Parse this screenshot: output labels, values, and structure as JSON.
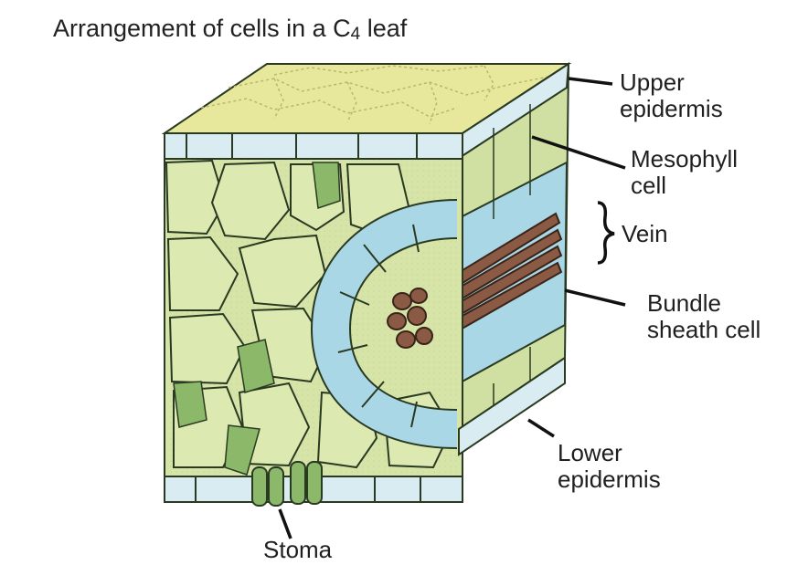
{
  "title": {
    "text": "Arrangement of cells in a C",
    "subscript": "4",
    "suffix": " leaf"
  },
  "labels": {
    "upper_epidermis": [
      "Upper",
      "epidermis"
    ],
    "mesophyll": [
      "Mesophyll",
      "cell"
    ],
    "vein": "Vein",
    "bundle_sheath": [
      "Bundle",
      "sheath cell"
    ],
    "lower_epidermis": [
      "Lower",
      "epidermis"
    ],
    "stoma": "Stoma"
  },
  "colors": {
    "top_face": "#e6e69a",
    "mesophyll": "#d6e4a8",
    "mesophyll_dark": "#8cb86a",
    "epidermis": "#d8ecf2",
    "bundle_sheath": "#a9d7e6",
    "vein": "#8a5a45",
    "outline": "#2a3a22"
  }
}
